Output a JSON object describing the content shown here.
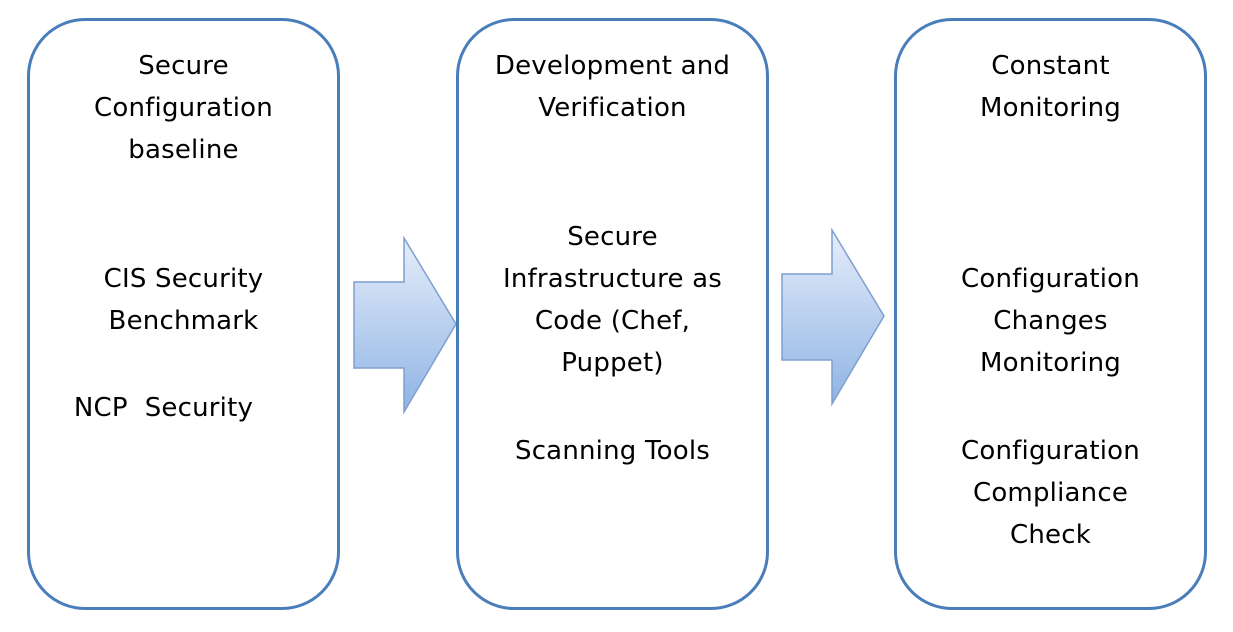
{
  "stages": [
    {
      "title_lines": [
        "Secure",
        "Configuration",
        "baseline"
      ],
      "items": [
        [
          "CIS Security",
          "Benchmark"
        ],
        [
          "NCP  Security"
        ]
      ]
    },
    {
      "title_lines": [
        "Development and",
        "Verification"
      ],
      "items": [
        [
          "Secure",
          "Infrastructure as",
          "Code (Chef,",
          "Puppet)"
        ],
        [
          "Scanning Tools"
        ]
      ]
    },
    {
      "title_lines": [
        "Constant",
        "Monitoring"
      ],
      "items": [
        [
          "Configuration",
          "Changes",
          "Monitoring"
        ],
        [
          "Configuration",
          "Compliance",
          "Check"
        ]
      ]
    }
  ],
  "colors": {
    "box_border": "#4a7ebb",
    "arrow_fill_light": "#e3ecf9",
    "arrow_fill_dark": "#8db3e2",
    "arrow_stroke": "#7f9fd0"
  }
}
